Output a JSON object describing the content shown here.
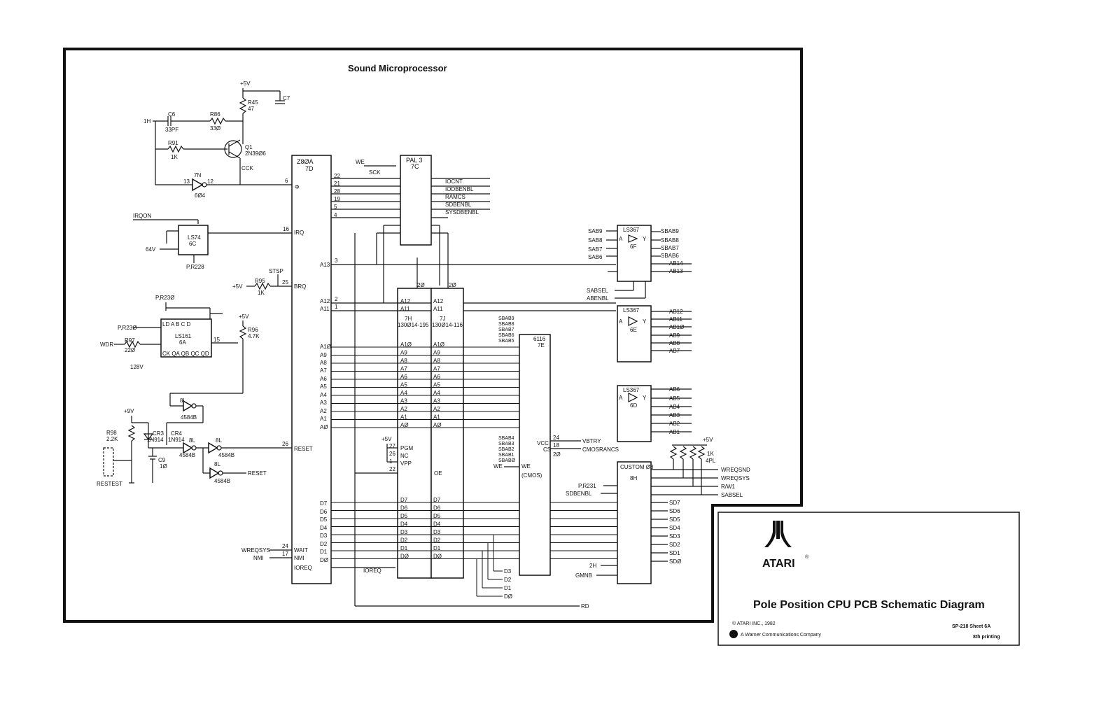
{
  "page": {
    "title": "Sound Microprocessor"
  },
  "title_block": {
    "brand": "ATARI",
    "title": "Pole Position CPU PCB Schematic Diagram",
    "copyright": "© ATARI INC., 1982",
    "company": "A Warner Communications Company",
    "drawing_no": "SP-218   Sheet 6A",
    "printing": "8th printing"
  },
  "components": {
    "r45": "R45",
    "r45_val": "47",
    "c7": "C7",
    "c6": "C6",
    "c6_val": "33PF",
    "r86": "R86",
    "r86_val": "33Ø",
    "r91": "R91",
    "r91_val": "1K",
    "q1": "Q1",
    "q1_part": "2N39Ø6",
    "clk": "CCK",
    "inv7n": "7N",
    "inv7n_part": "6Ø4",
    "p5v": "+5V",
    "h1": "1H",
    "cpu_part": "Z8ØA",
    "cpu_loc": "7D",
    "pal_part": "PAL 3",
    "pal_loc": "7C",
    "rom1_part": "130Ø14-195",
    "rom1_loc": "7H",
    "rom2_part": "130Ø14-116",
    "rom2_loc": "7J",
    "ram_part": "6116",
    "ram_loc": "7E",
    "ram_note": "(CMOS)",
    "buf_part": "LS367",
    "buf1_loc": "6F",
    "buf2_loc": "6E",
    "buf3_loc": "6D",
    "custom_part": "CUSTOM Ø8",
    "custom_loc": "8H",
    "ff_part": "LS74",
    "ff_loc": "6C",
    "cnt_part": "LS161",
    "cnt_loc": "6A",
    "irqon": "IRQON",
    "v64": "64V",
    "pr228": "P,R228",
    "pr230a": "P,R23Ø",
    "pr230b": "P,R23Ø",
    "r96": "R96",
    "r96_val": "4.7K",
    "r97": "R97",
    "r97_val": "22Ø",
    "wdr": "WDR",
    "v128": "128V",
    "inv8l": "8L",
    "inv8l_part": "4584B",
    "r98": "R98",
    "r98_val": "2.2K",
    "cr3": "CR3",
    "cr4": "CR4",
    "diode": "1N914",
    "c9": "C9",
    "c9_val": "1Ø",
    "restest": "RESTEST",
    "p9v": "+9V",
    "r95": "R95",
    "r95_val": "1K",
    "stsp": "STSP",
    "sck": "SCK",
    "we": "WE",
    "rd": "RD",
    "sabsel": "SABSEL",
    "abenbl": "ABENBL",
    "vbtry": "VBTRY",
    "cmosrancs": "CMOSRANCS",
    "vcc": "VCC",
    "pr231": "P,R231",
    "sdbenbl": "SDBENBL",
    "zh": "2H",
    "gmnb": "GMNB",
    "rp4": "4PL",
    "rp_val": "1K",
    "iorec": "IOREQ"
  },
  "pal_outputs": [
    "IOCNT",
    "IODBENBL",
    "RAMCS",
    "SDBENBL",
    "SYSDBENBL"
  ],
  "cpu_pins_left": [
    "A13",
    "A12",
    "A11",
    "A1Ø",
    "A9",
    "A8",
    "A7",
    "A6",
    "A5",
    "A4",
    "A3",
    "A2",
    "A1",
    "AØ",
    "D7",
    "D6",
    "D5",
    "D4",
    "D3",
    "D2",
    "D1",
    "DØ"
  ],
  "cpu_inputs": [
    "IRQ",
    "BRQ",
    "RESET",
    "WAIT",
    "NMI",
    "IOREQ"
  ],
  "addr_labels": [
    "A1Ø",
    "A9",
    "A8",
    "A7",
    "A6",
    "A5",
    "A4",
    "A3",
    "A2",
    "A1",
    "AØ"
  ],
  "data_labels": [
    "D7",
    "D6",
    "D5",
    "D4",
    "D3",
    "D2",
    "D1",
    "DØ"
  ],
  "sab_left1": [
    "SAB9",
    "SAB8",
    "SAB7",
    "SAB6"
  ],
  "sab_right1": [
    "SBAB9",
    "SBAB8",
    "SBAB7",
    "SBAB6",
    "AB14",
    "AB13"
  ],
  "ab_right2": [
    "AB12",
    "AB11",
    "AB1Ø",
    "AB9",
    "AB8",
    "AB7"
  ],
  "ab_right3": [
    "AB6",
    "AB5",
    "AB4",
    "AB3",
    "AB2",
    "AB1"
  ],
  "sbab_left_top": [
    "SBAB9",
    "SBAB8",
    "SBAB7",
    "SBAB6",
    "SBAB5"
  ],
  "sbab_left_bot": [
    "SBAB4",
    "SBAB3",
    "SBAB2",
    "SBAB1",
    "SBABØ"
  ],
  "custom_right": [
    "WREQSND",
    "WREQSYS",
    "R/W1",
    "SABSEL"
  ],
  "sd_labels": [
    "SD7",
    "SD6",
    "SD5",
    "SD4",
    "SD3",
    "SD2",
    "SD1",
    "SDØ"
  ],
  "left_signals": {
    "wreqsys": "WREQSYS",
    "nmi": "NMI",
    "reset_out": "RESET",
    "p5v2": "+5V"
  },
  "ram_pins": {
    "pgm": "PGM",
    "nc": "NC",
    "vpp": "VPP",
    "oe": "OE",
    "cs": "CS",
    "we": "WE"
  }
}
